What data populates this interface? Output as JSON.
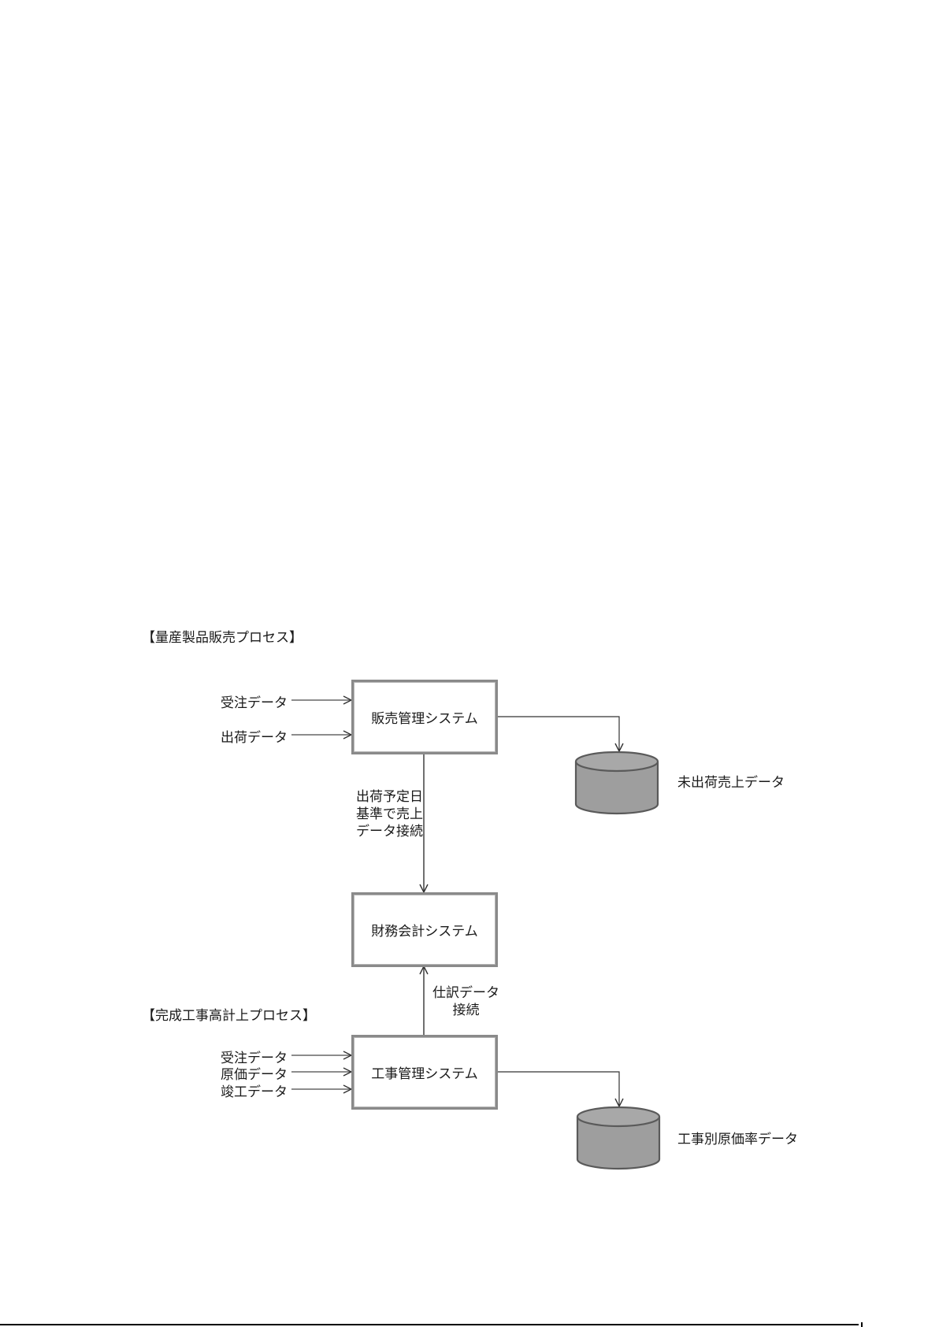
{
  "sections": [
    {
      "title": "【量産製品販売プロセス】",
      "system": "販売管理システム",
      "inputs": [
        "受注データ",
        "出荷データ"
      ],
      "datastore": "未出荷売上データ"
    },
    {
      "title": "【完成工事高計上プロセス】",
      "system": "工事管理システム",
      "inputs": [
        "受注データ",
        "原価データ",
        "竣工データ"
      ],
      "datastore": "工事別原価率データ"
    }
  ],
  "central_system": "財務会計システム",
  "connections": {
    "sales_to_finance": [
      "出荷予定日",
      "基準で売上",
      "データ接続"
    ],
    "construction_to_finance": [
      "仕訳データ",
      "接続"
    ]
  },
  "colors": {
    "box_border": "#8a8a8a",
    "cylinder_fill": "#9e9e9e",
    "cylinder_stroke": "#5a5a5a",
    "line": "#333333"
  }
}
